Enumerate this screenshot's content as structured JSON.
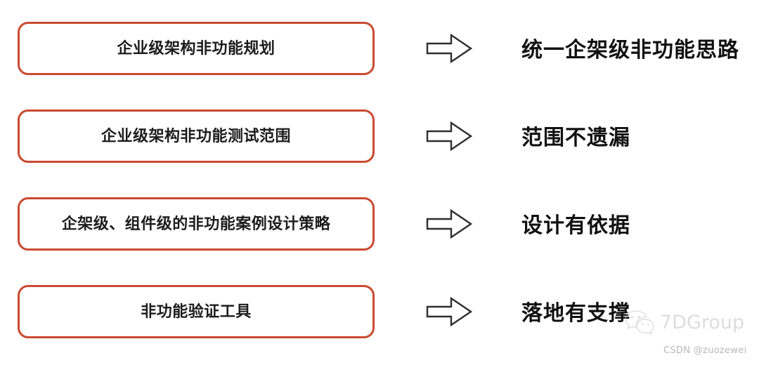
{
  "slide": {
    "background_color": "#ffffff",
    "box_border_color": "#c94a32",
    "box_text_color": "#1c1c1c",
    "outcome_text_color": "#111111",
    "arrow_stroke_color": "#2e2e2e"
  },
  "rows": [
    {
      "box_label": "企业级架构非功能规划",
      "arrow_icon": "arrow-right-outline-icon",
      "outcome_label": "统一企架级非功能思路"
    },
    {
      "box_label": "企业级架构非功能测试范围",
      "arrow_icon": "arrow-right-outline-icon",
      "outcome_label": "范围不遗漏"
    },
    {
      "box_label": "企架级、组件级的非功能案例设计策略",
      "arrow_icon": "arrow-right-outline-icon",
      "outcome_label": "设计有依据"
    },
    {
      "box_label": "非功能验证工具",
      "arrow_icon": "arrow-right-outline-icon",
      "outcome_label": "落地有支撑"
    }
  ],
  "watermark": {
    "icon": "wechat-icon",
    "brand": "7DGroup",
    "credit": "CSDN @zuozewei"
  }
}
